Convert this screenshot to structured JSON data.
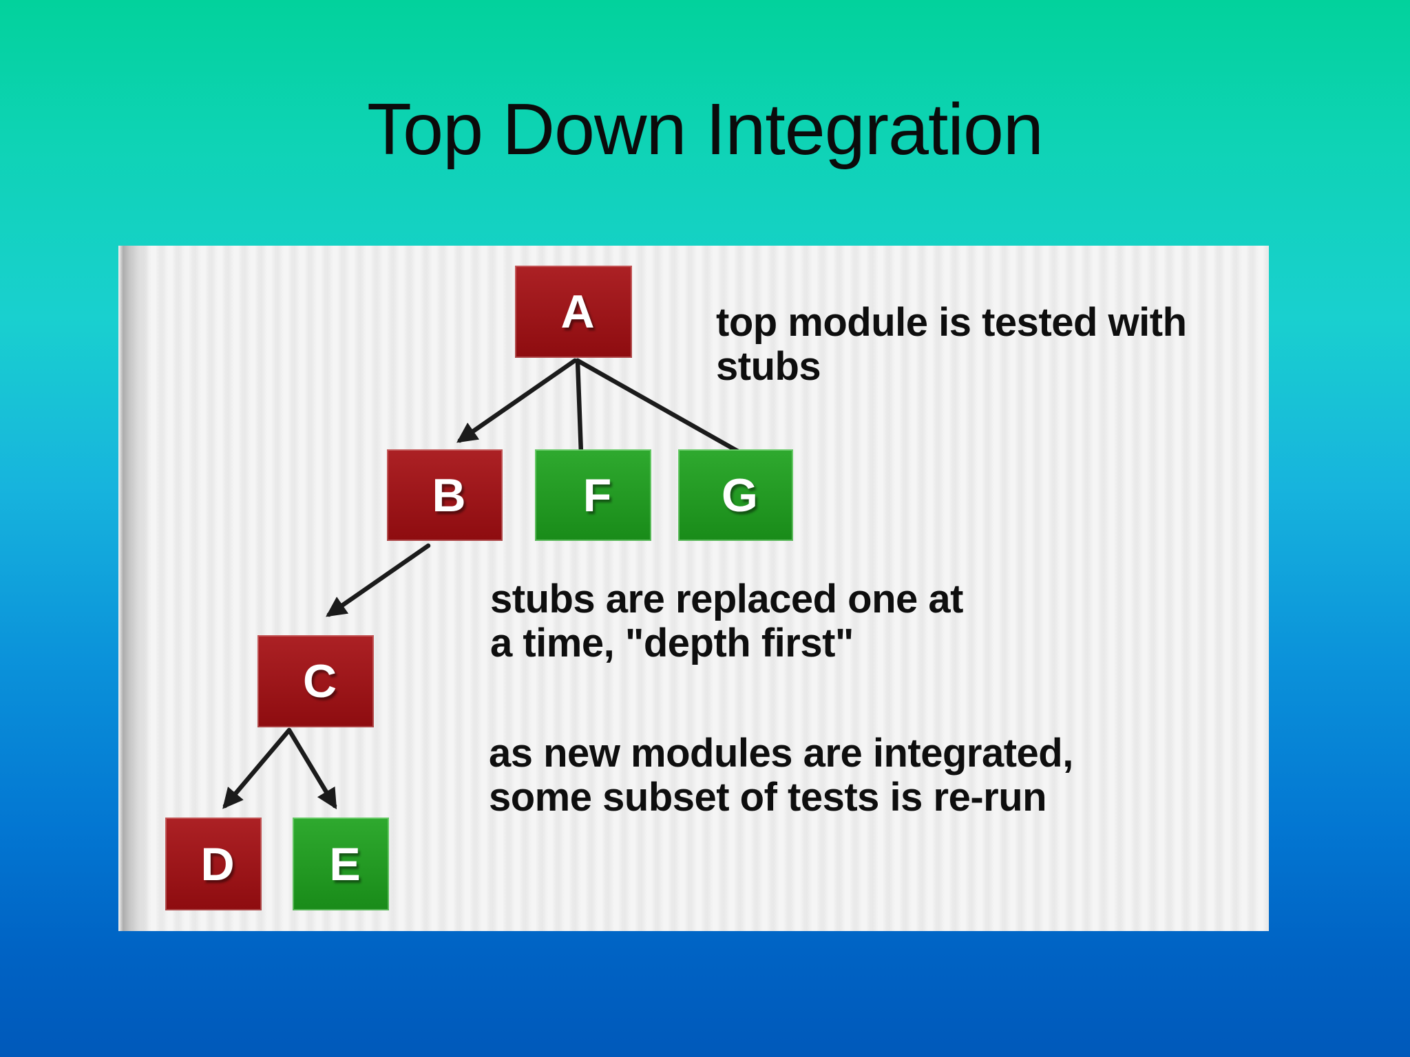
{
  "title": "Top Down Integration",
  "colors": {
    "background_top": "#02d29c",
    "background_bottom": "#0059ba",
    "panel_background": "#f2f2f2",
    "module_red": "#a50e12",
    "module_green": "#1da21d",
    "arrow": "#1b1b1b",
    "text": "#0e0e0e"
  },
  "diagram": {
    "nodes": [
      {
        "id": "A",
        "label": "A",
        "color": "red"
      },
      {
        "id": "B",
        "label": "B",
        "color": "red"
      },
      {
        "id": "F",
        "label": "F",
        "color": "green"
      },
      {
        "id": "G",
        "label": "G",
        "color": "green"
      },
      {
        "id": "C",
        "label": "C",
        "color": "red"
      },
      {
        "id": "D",
        "label": "D",
        "color": "red"
      },
      {
        "id": "E",
        "label": "E",
        "color": "green"
      }
    ],
    "edges": [
      {
        "from": "A",
        "to": "B",
        "arrowhead": true
      },
      {
        "from": "A",
        "to": "F",
        "arrowhead": false
      },
      {
        "from": "A",
        "to": "G",
        "arrowhead": false
      },
      {
        "from": "B",
        "to": "C",
        "arrowhead": true
      },
      {
        "from": "C",
        "to": "D",
        "arrowhead": true
      },
      {
        "from": "C",
        "to": "E",
        "arrowhead": true
      }
    ],
    "annotations": [
      {
        "lines": [
          "top module is tested with",
          "stubs"
        ]
      },
      {
        "lines": [
          "stubs are replaced one at",
          "a time, \"depth first\""
        ]
      },
      {
        "lines": [
          "as new modules are integrated,",
          "some subset of tests is re-run"
        ]
      }
    ]
  }
}
